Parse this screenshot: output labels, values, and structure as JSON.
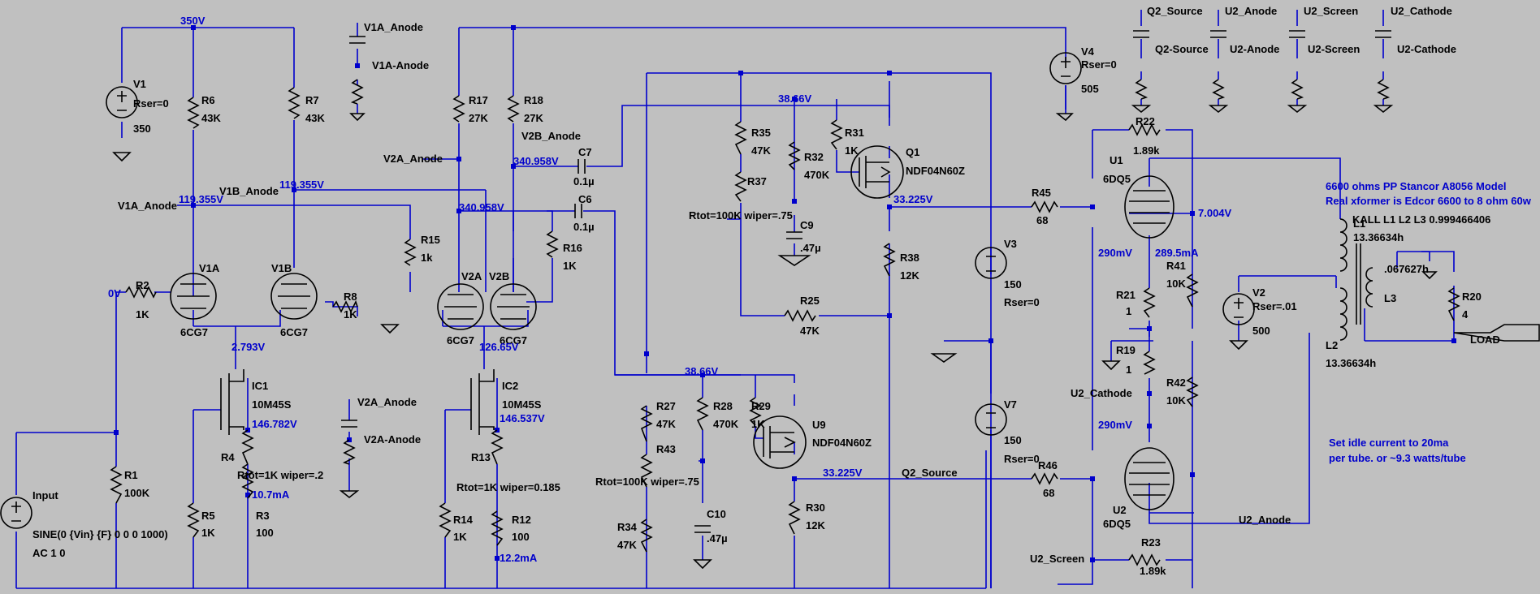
{
  "colors": {
    "background": "#c0c0c0",
    "wire": "#0000cc",
    "component": "#000000",
    "voltage_annotation": "#0000cc"
  },
  "labels": [
    {
      "key": "n350",
      "text": "350V",
      "cls": "v"
    },
    {
      "key": "v1",
      "text": "V1",
      "cls": "lbl"
    },
    {
      "key": "v1r",
      "text": "Rser=0",
      "cls": "lbl"
    },
    {
      "key": "v1v",
      "text": "350",
      "cls": "lbl"
    },
    {
      "key": "r6",
      "text": "R6",
      "cls": "lbl"
    },
    {
      "key": "r6v",
      "text": "43K",
      "cls": "lbl"
    },
    {
      "key": "r7",
      "text": "R7",
      "cls": "lbl"
    },
    {
      "key": "r7v",
      "text": "43K",
      "cls": "lbl"
    },
    {
      "key": "v1a_an_t",
      "text": "V1A_Anode",
      "cls": "lbl"
    },
    {
      "key": "v1a_an_p",
      "text": "V1A-Anode",
      "cls": "lbl"
    },
    {
      "key": "r17",
      "text": "R17",
      "cls": "lbl"
    },
    {
      "key": "r17v",
      "text": "27K",
      "cls": "lbl"
    },
    {
      "key": "r18",
      "text": "R18",
      "cls": "lbl"
    },
    {
      "key": "r18v",
      "text": "27K",
      "cls": "lbl"
    },
    {
      "key": "v2b_an",
      "text": "V2B_Anode",
      "cls": "lbl"
    },
    {
      "key": "v2a_an",
      "text": "V2A_Anode",
      "cls": "lbl"
    },
    {
      "key": "n340a",
      "text": "340.958V",
      "cls": "v"
    },
    {
      "key": "n340b",
      "text": "340.958V",
      "cls": "v"
    },
    {
      "key": "c7",
      "text": "C7",
      "cls": "lbl"
    },
    {
      "key": "c7v",
      "text": "0.1µ",
      "cls": "lbl"
    },
    {
      "key": "c6",
      "text": "C6",
      "cls": "lbl"
    },
    {
      "key": "c6v",
      "text": "0.1µ",
      "cls": "lbl"
    },
    {
      "key": "v1b_an",
      "text": "V1B_Anode",
      "cls": "lbl"
    },
    {
      "key": "n119a",
      "text": "119.355V",
      "cls": "v"
    },
    {
      "key": "v1a_an2",
      "text": "V1A_Anode",
      "cls": "lbl"
    },
    {
      "key": "n119b",
      "text": "119.355V",
      "cls": "v"
    },
    {
      "key": "r15",
      "text": "R15",
      "cls": "lbl"
    },
    {
      "key": "r15v",
      "text": "1k",
      "cls": "lbl"
    },
    {
      "key": "r16",
      "text": "R16",
      "cls": "lbl"
    },
    {
      "key": "r16v",
      "text": "1K",
      "cls": "lbl"
    },
    {
      "key": "n0v",
      "text": "0V",
      "cls": "v"
    },
    {
      "key": "r2",
      "text": "R2",
      "cls": "lbl"
    },
    {
      "key": "r2v",
      "text": "1K",
      "cls": "lbl"
    },
    {
      "key": "v1a",
      "text": "V1A",
      "cls": "lbl"
    },
    {
      "key": "v1am",
      "text": "6CG7",
      "cls": "lbl"
    },
    {
      "key": "v1b",
      "text": "V1B",
      "cls": "lbl"
    },
    {
      "key": "v1bm",
      "text": "6CG7",
      "cls": "lbl"
    },
    {
      "key": "r8",
      "text": "R8",
      "cls": "lbl"
    },
    {
      "key": "r8v",
      "text": "1K",
      "cls": "lbl"
    },
    {
      "key": "v2a",
      "text": "V2A",
      "cls": "lbl"
    },
    {
      "key": "v2am",
      "text": "6CG7",
      "cls": "lbl"
    },
    {
      "key": "v2b",
      "text": "V2B",
      "cls": "lbl"
    },
    {
      "key": "v2bm",
      "text": "6CG7",
      "cls": "lbl"
    },
    {
      "key": "n2793",
      "text": "2.793V",
      "cls": "v"
    },
    {
      "key": "n12665",
      "text": "126.65V",
      "cls": "v"
    },
    {
      "key": "ic1",
      "text": "IC1",
      "cls": "lbl"
    },
    {
      "key": "ic1m",
      "text": "10M45S",
      "cls": "lbl"
    },
    {
      "key": "ic2",
      "text": "IC2",
      "cls": "lbl"
    },
    {
      "key": "ic2m",
      "text": "10M45S",
      "cls": "lbl"
    },
    {
      "key": "n146782",
      "text": "146.782V",
      "cls": "v"
    },
    {
      "key": "n146537",
      "text": "146.537V",
      "cls": "v"
    },
    {
      "key": "r4",
      "text": "R4",
      "cls": "lbl"
    },
    {
      "key": "r4t",
      "text": "Rtot=1K wiper=.2",
      "cls": "lbl"
    },
    {
      "key": "r13",
      "text": "R13",
      "cls": "lbl"
    },
    {
      "key": "r13t",
      "text": "Rtot=1K wiper=0.185",
      "cls": "lbl"
    },
    {
      "key": "i107",
      "text": "10.7mA",
      "cls": "v"
    },
    {
      "key": "i122",
      "text": "12.2mA",
      "cls": "v"
    },
    {
      "key": "r3",
      "text": "R3",
      "cls": "lbl"
    },
    {
      "key": "r3v",
      "text": "100",
      "cls": "lbl"
    },
    {
      "key": "r12",
      "text": "R12",
      "cls": "lbl"
    },
    {
      "key": "r12v",
      "text": "100",
      "cls": "lbl"
    },
    {
      "key": "r5",
      "text": "R5",
      "cls": "lbl"
    },
    {
      "key": "r5v",
      "text": "1K",
      "cls": "lbl"
    },
    {
      "key": "r14",
      "text": "R14",
      "cls": "lbl"
    },
    {
      "key": "r14v",
      "text": "1K",
      "cls": "lbl"
    },
    {
      "key": "r1",
      "text": "R1",
      "cls": "lbl"
    },
    {
      "key": "r1v",
      "text": "100K",
      "cls": "lbl"
    },
    {
      "key": "in",
      "text": "Input",
      "cls": "lbl"
    },
    {
      "key": "in_s",
      "text": "SINE(0 {Vin} {F} 0 0 0 1000)",
      "cls": "lbl"
    },
    {
      "key": "in_ac",
      "text": "AC 1 0",
      "cls": "lbl"
    },
    {
      "key": "v2a_an_t2",
      "text": "V2A_Anode",
      "cls": "lbl"
    },
    {
      "key": "v2a_an_p2",
      "text": "V2A-Anode",
      "cls": "lbl"
    },
    {
      "key": "n3866a",
      "text": "38.66V",
      "cls": "v"
    },
    {
      "key": "n3866b",
      "text": "38.66V",
      "cls": "v"
    },
    {
      "key": "r35",
      "text": "R35",
      "cls": "lbl"
    },
    {
      "key": "r35v",
      "text": "47K",
      "cls": "lbl"
    },
    {
      "key": "r32",
      "text": "R32",
      "cls": "lbl"
    },
    {
      "key": "r32v",
      "text": "470K",
      "cls": "lbl"
    },
    {
      "key": "r31",
      "text": "R31",
      "cls": "lbl"
    },
    {
      "key": "r31v",
      "text": "1K",
      "cls": "lbl"
    },
    {
      "key": "q1",
      "text": "Q1",
      "cls": "lbl"
    },
    {
      "key": "q1m",
      "text": "NDF04N60Z",
      "cls": "lbl"
    },
    {
      "key": "r37",
      "text": "R37",
      "cls": "lbl"
    },
    {
      "key": "r37t",
      "text": "Rtot=100K wiper=.75",
      "cls": "lbl"
    },
    {
      "key": "c9",
      "text": "C9",
      "cls": "lbl"
    },
    {
      "key": "c9v",
      "text": ".47µ",
      "cls": "lbl"
    },
    {
      "key": "n33225a",
      "text": "33.225V",
      "cls": "v"
    },
    {
      "key": "n33225b",
      "text": "33.225V",
      "cls": "v"
    },
    {
      "key": "r38",
      "text": "R38",
      "cls": "lbl"
    },
    {
      "key": "r38v",
      "text": "12K",
      "cls": "lbl"
    },
    {
      "key": "r25",
      "text": "R25",
      "cls": "lbl"
    },
    {
      "key": "r25v",
      "text": "47K",
      "cls": "lbl"
    },
    {
      "key": "r27",
      "text": "R27",
      "cls": "lbl"
    },
    {
      "key": "r27v",
      "text": "47K",
      "cls": "lbl"
    },
    {
      "key": "r28",
      "text": "R28",
      "cls": "lbl"
    },
    {
      "key": "r28v",
      "text": "470K",
      "cls": "lbl"
    },
    {
      "key": "r29",
      "text": "R29",
      "cls": "lbl"
    },
    {
      "key": "r29v",
      "text": "1K",
      "cls": "lbl"
    },
    {
      "key": "u9",
      "text": "U9",
      "cls": "lbl"
    },
    {
      "key": "u9m",
      "text": "NDF04N60Z",
      "cls": "lbl"
    },
    {
      "key": "r43",
      "text": "R43",
      "cls": "lbl"
    },
    {
      "key": "r43t",
      "text": "Rtot=100K wiper=.75",
      "cls": "lbl"
    },
    {
      "key": "c10",
      "text": "C10",
      "cls": "lbl"
    },
    {
      "key": "c10v",
      "text": ".47µ",
      "cls": "lbl"
    },
    {
      "key": "r34",
      "text": "R34",
      "cls": "lbl"
    },
    {
      "key": "r34v",
      "text": "47K",
      "cls": "lbl"
    },
    {
      "key": "r30",
      "text": "R30",
      "cls": "lbl"
    },
    {
      "key": "r30v",
      "text": "12K",
      "cls": "lbl"
    },
    {
      "key": "q2src",
      "text": "Q2_Source",
      "cls": "lbl"
    },
    {
      "key": "v3",
      "text": "V3",
      "cls": "lbl"
    },
    {
      "key": "v3v",
      "text": "150",
      "cls": "lbl"
    },
    {
      "key": "v3r",
      "text": "Rser=0",
      "cls": "lbl"
    },
    {
      "key": "v7",
      "text": "V7",
      "cls": "lbl"
    },
    {
      "key": "v7v",
      "text": "150",
      "cls": "lbl"
    },
    {
      "key": "v7r",
      "text": "Rser=0",
      "cls": "lbl"
    },
    {
      "key": "v4",
      "text": "V4",
      "cls": "lbl"
    },
    {
      "key": "v4r",
      "text": "Rser=0",
      "cls": "lbl"
    },
    {
      "key": "v4v",
      "text": "505",
      "cls": "lbl"
    },
    {
      "key": "p_q2s_t",
      "text": "Q2_Source",
      "cls": "lbl"
    },
    {
      "key": "p_q2s",
      "text": "Q2-Source",
      "cls": "lbl"
    },
    {
      "key": "p_u2a_t",
      "text": "U2_Anode",
      "cls": "lbl"
    },
    {
      "key": "p_u2a",
      "text": "U2-Anode",
      "cls": "lbl"
    },
    {
      "key": "p_u2s_t",
      "text": "U2_Screen",
      "cls": "lbl"
    },
    {
      "key": "p_u2s",
      "text": "U2-Screen",
      "cls": "lbl"
    },
    {
      "key": "p_u2c_t",
      "text": "U2_Cathode",
      "cls": "lbl"
    },
    {
      "key": "p_u2c",
      "text": "U2-Cathode",
      "cls": "lbl"
    },
    {
      "key": "r22",
      "text": "R22",
      "cls": "lbl"
    },
    {
      "key": "r22v",
      "text": "1.89k",
      "cls": "lbl"
    },
    {
      "key": "u1",
      "text": "U1",
      "cls": "lbl"
    },
    {
      "key": "u1m",
      "text": "6DQ5",
      "cls": "lbl"
    },
    {
      "key": "r45",
      "text": "R45",
      "cls": "lbl"
    },
    {
      "key": "r45v",
      "text": "68",
      "cls": "lbl"
    },
    {
      "key": "n7004",
      "text": "7.004V",
      "cls": "v"
    },
    {
      "key": "n290a",
      "text": "290mV",
      "cls": "v"
    },
    {
      "key": "i2895",
      "text": "289.5mA",
      "cls": "v"
    },
    {
      "key": "r41",
      "text": "R41",
      "cls": "lbl"
    },
    {
      "key": "r41v",
      "text": "10K",
      "cls": "lbl"
    },
    {
      "key": "r21",
      "text": "R21",
      "cls": "lbl"
    },
    {
      "key": "r21v",
      "text": "1",
      "cls": "lbl"
    },
    {
      "key": "r19",
      "text": "R19",
      "cls": "lbl"
    },
    {
      "key": "r19v",
      "text": "1",
      "cls": "lbl"
    },
    {
      "key": "r42",
      "text": "R42",
      "cls": "lbl"
    },
    {
      "key": "r42v",
      "text": "10K",
      "cls": "lbl"
    },
    {
      "key": "u2cath",
      "text": "U2_Cathode",
      "cls": "lbl"
    },
    {
      "key": "n290b",
      "text": "290mV",
      "cls": "v"
    },
    {
      "key": "r46",
      "text": "R46",
      "cls": "lbl"
    },
    {
      "key": "r46v",
      "text": "68",
      "cls": "lbl"
    },
    {
      "key": "u2",
      "text": "U2",
      "cls": "lbl"
    },
    {
      "key": "u2m",
      "text": "6DQ5",
      "cls": "lbl"
    },
    {
      "key": "u2scr",
      "text": "U2_Screen",
      "cls": "lbl"
    },
    {
      "key": "r23",
      "text": "R23",
      "cls": "lbl"
    },
    {
      "key": "r23v",
      "text": "1.89k",
      "cls": "lbl"
    },
    {
      "key": "u2an",
      "text": "U2_Anode",
      "cls": "lbl"
    },
    {
      "key": "note1",
      "text": "6600 ohms PP Stancor A8056 Model",
      "cls": "v"
    },
    {
      "key": "note2",
      "text": "Real xformer is Edcor 6600 to 8 ohm 60w",
      "cls": "v"
    },
    {
      "key": "kall",
      "text": "KALL L1 L2 L3 0.999466406",
      "cls": "lbl"
    },
    {
      "key": "l1",
      "text": "L1",
      "cls": "lbl"
    },
    {
      "key": "l1v",
      "text": "13.36634h",
      "cls": "lbl"
    },
    {
      "key": "l2",
      "text": "L2",
      "cls": "lbl"
    },
    {
      "key": "l2v",
      "text": "13.36634h",
      "cls": "lbl"
    },
    {
      "key": "l3v",
      "text": ".067627h",
      "cls": "lbl"
    },
    {
      "key": "l3",
      "text": "L3",
      "cls": "lbl"
    },
    {
      "key": "r20",
      "text": "R20",
      "cls": "lbl"
    },
    {
      "key": "r20v",
      "text": "4",
      "cls": "lbl"
    },
    {
      "key": "v2",
      "text": "V2",
      "cls": "lbl"
    },
    {
      "key": "v2r",
      "text": "Rser=.01",
      "cls": "lbl"
    },
    {
      "key": "v2v",
      "text": "500",
      "cls": "lbl"
    },
    {
      "key": "load",
      "text": "LOAD",
      "cls": "lbl"
    },
    {
      "key": "note3",
      "text": "Set idle current to 20ma",
      "cls": "v"
    },
    {
      "key": "note4",
      "text": "per tube.  or ~9.3 watts/tube",
      "cls": "v"
    }
  ]
}
